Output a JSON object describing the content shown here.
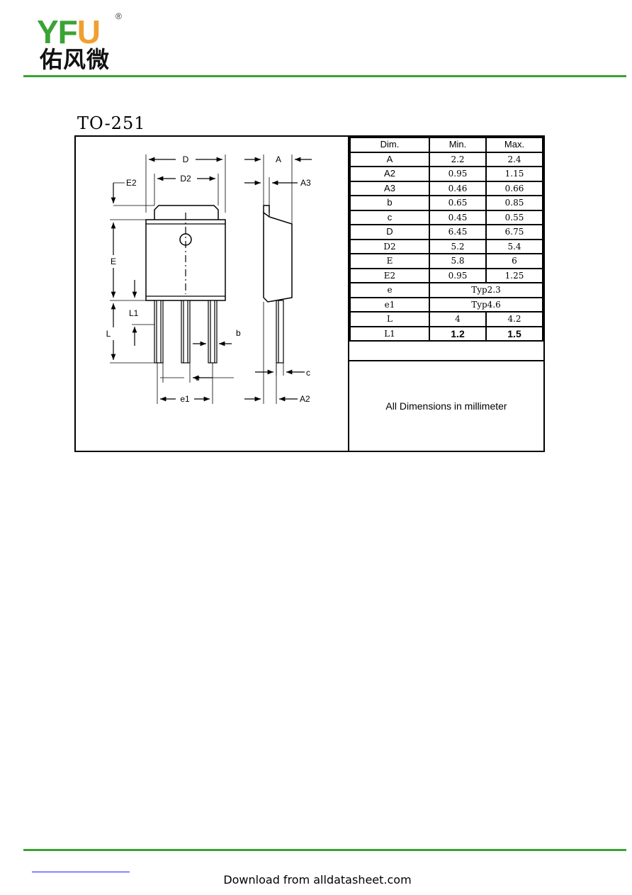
{
  "header": {
    "logo_latin_prefix": "YF",
    "logo_latin_suffix": "U",
    "logo_registered": "®",
    "logo_chinese": "佑风微",
    "brand_color": "#3aa334",
    "accent_color": "#f0a030"
  },
  "package": {
    "title": "TO-251"
  },
  "drawing": {
    "labels": {
      "D": "D",
      "D2": "D2",
      "E2": "E2",
      "E": "E",
      "L1": "L1",
      "L": "L",
      "b": "b",
      "e": "e",
      "e1": "e1",
      "A": "A",
      "A3": "A3",
      "c": "c",
      "A2": "A2"
    }
  },
  "table": {
    "headers": [
      "Dim.",
      "Min.",
      "Max."
    ],
    "rows": [
      {
        "dim": "A",
        "min": "2.2",
        "max": "2.4"
      },
      {
        "dim": "A2",
        "min": "0.95",
        "max": "1.15"
      },
      {
        "dim": "A3",
        "min": "0.46",
        "max": "0.66"
      },
      {
        "dim": "b",
        "min": "0.65",
        "max": "0.85"
      },
      {
        "dim": "c",
        "min": "0.45",
        "max": "0.55"
      },
      {
        "dim": "D",
        "min": "6.45",
        "max": "6.75"
      },
      {
        "dim": "D2",
        "min": "5.2",
        "max": "5.4"
      },
      {
        "dim": "E",
        "min": "5.8",
        "max": "6"
      },
      {
        "dim": "E2",
        "min": "0.95",
        "max": "1.25"
      }
    ],
    "typ_rows": [
      {
        "dim": "e",
        "value": "Typ2.3"
      },
      {
        "dim": "e1",
        "value": "Typ4.6"
      }
    ],
    "tail_rows": [
      {
        "dim": "L",
        "min": "4",
        "max": "4.2"
      },
      {
        "dim": "L1",
        "min": "1.2",
        "max": "1.5"
      }
    ],
    "note": "All Dimensions in millimeter"
  },
  "footer": {
    "download_text": "Download from alldatasheet.com"
  }
}
